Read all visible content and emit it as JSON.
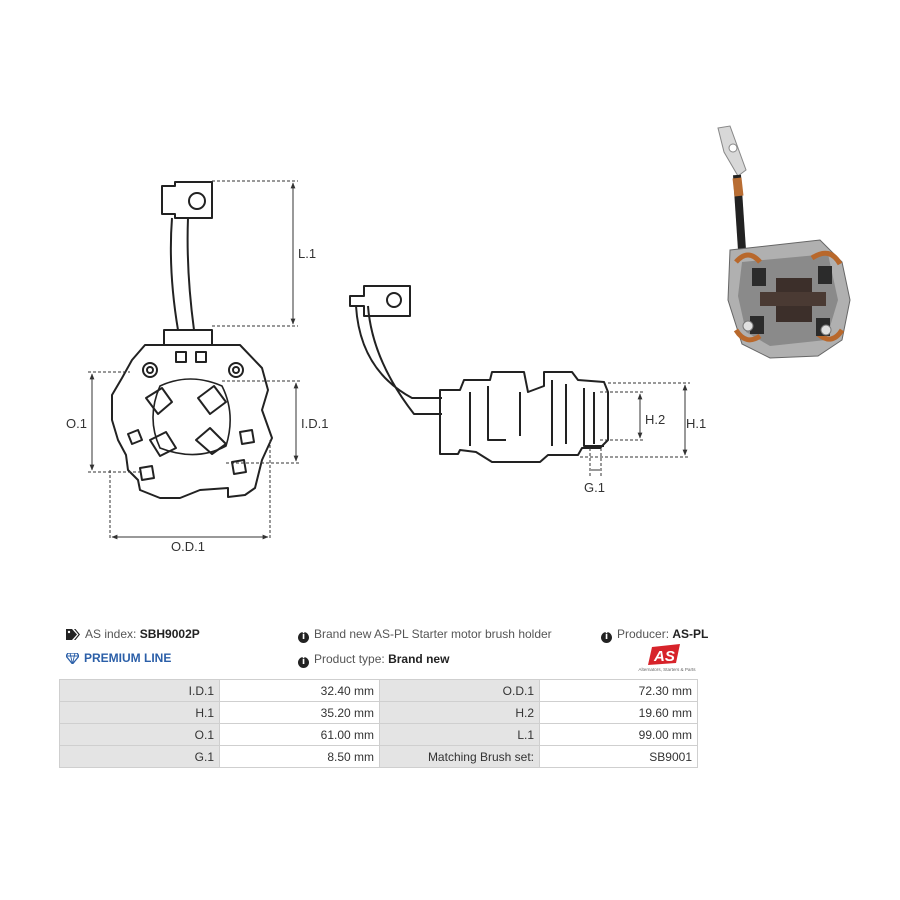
{
  "diagram": {
    "labels": {
      "l1": "L.1",
      "o1": "O.1",
      "id1": "I.D.1",
      "od1": "O.D.1",
      "h2": "H.2",
      "h1": "H.1",
      "g1": "G.1"
    }
  },
  "info": {
    "as_index_label": "AS index:",
    "as_index_value": "SBH9002P",
    "description": "Brand new AS-PL Starter motor brush holder",
    "producer_label": "Producer:",
    "producer_value": "AS-PL",
    "premium_line": "PREMIUM LINE",
    "product_type_label": "Product type:",
    "product_type_value": "Brand new",
    "logo_text": "AS",
    "logo_tagline": "Alternators, Starters & Parts"
  },
  "specs": [
    {
      "label_left": "I.D.1",
      "value_left": "32.40 mm",
      "label_right": "O.D.1",
      "value_right": "72.30 mm"
    },
    {
      "label_left": "H.1",
      "value_left": "35.20 mm",
      "label_right": "H.2",
      "value_right": "19.60 mm"
    },
    {
      "label_left": "O.1",
      "value_left": "61.00 mm",
      "label_right": "L.1",
      "value_right": "99.00 mm"
    },
    {
      "label_left": "G.1",
      "value_left": "8.50 mm",
      "label_right": "Matching Brush set:",
      "value_right": "SB9001"
    }
  ],
  "colors": {
    "accent_blue": "#2b5fa8",
    "logo_red": "#d7232a",
    "table_label_bg": "#e4e4e4"
  }
}
